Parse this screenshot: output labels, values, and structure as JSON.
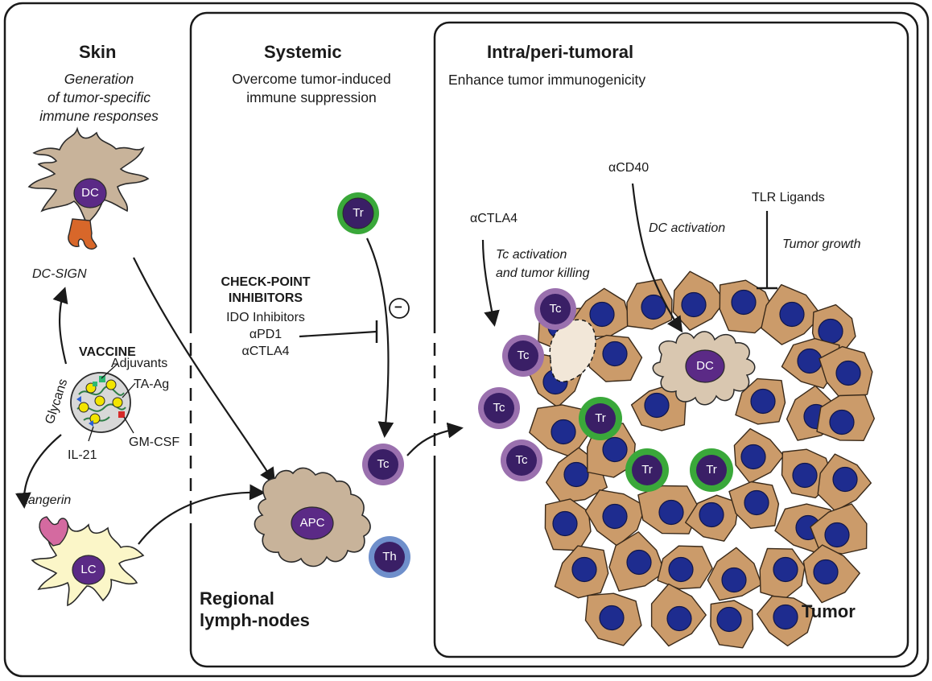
{
  "panels": {
    "skin": {
      "title": "Skin",
      "subtitle_lines": [
        "Generation",
        "of tumor-specific",
        "immune responses"
      ]
    },
    "systemic": {
      "title": "Systemic",
      "subtitle_lines": [
        "Overcome tumor-induced",
        "immune suppression"
      ]
    },
    "tumoral": {
      "title": "Intra/peri-tumoral",
      "subtitle": "Enhance tumor immunogenicity"
    }
  },
  "skin_labels": {
    "dc_sign": "DC-SIGN",
    "vaccine": "VACCINE",
    "adjuvants": "Adjuvants",
    "ta_ag": "TA-Ag",
    "gm_csf": "GM-CSF",
    "il21": "IL-21",
    "glycans": "Glycans",
    "langerin": "Langerin"
  },
  "systemic_labels": {
    "checkpoint_title_lines": [
      "CHECK-POINT",
      "INHIBITORS"
    ],
    "inhibitors": [
      "IDO Inhibitors",
      "αPD1",
      "αCTLA4"
    ],
    "minus_sign": "−",
    "regional_lines": [
      "Regional",
      "lymph-nodes"
    ]
  },
  "tumor_labels": {
    "actla4": "αCTLA4",
    "tc_activation_lines": [
      "Tc activation",
      "and tumor killing"
    ],
    "acd40": "αCD40",
    "dc_activation": "DC activation",
    "tlr": "TLR Ligands",
    "tumor_growth": "Tumor growth",
    "tumor": "Tumor"
  },
  "cells": {
    "dc": "DC",
    "lc": "LC",
    "apc": "APC",
    "tr": "Tr",
    "tc": "Tc",
    "th": "Th"
  },
  "colors": {
    "dc_body": "#c8b39a",
    "lc_body": "#fbf6c8",
    "nucleus": "#5b2a86",
    "tr_ring": "#3aa83a",
    "tc_ring": "#9a70ae",
    "th_ring": "#6f8fcb",
    "tumor_cell": "#cb9b6a",
    "tumor_nucleus": "#1e2c8f",
    "dc_sign": "#d8672a",
    "langerin": "#d46aa0",
    "vaccine_glycans": "#2e7d46",
    "antigen": "#f2e400",
    "adjuvant": "#2eb872",
    "gm_csf": "#d62a2a",
    "il21": "#2a5fd6"
  }
}
